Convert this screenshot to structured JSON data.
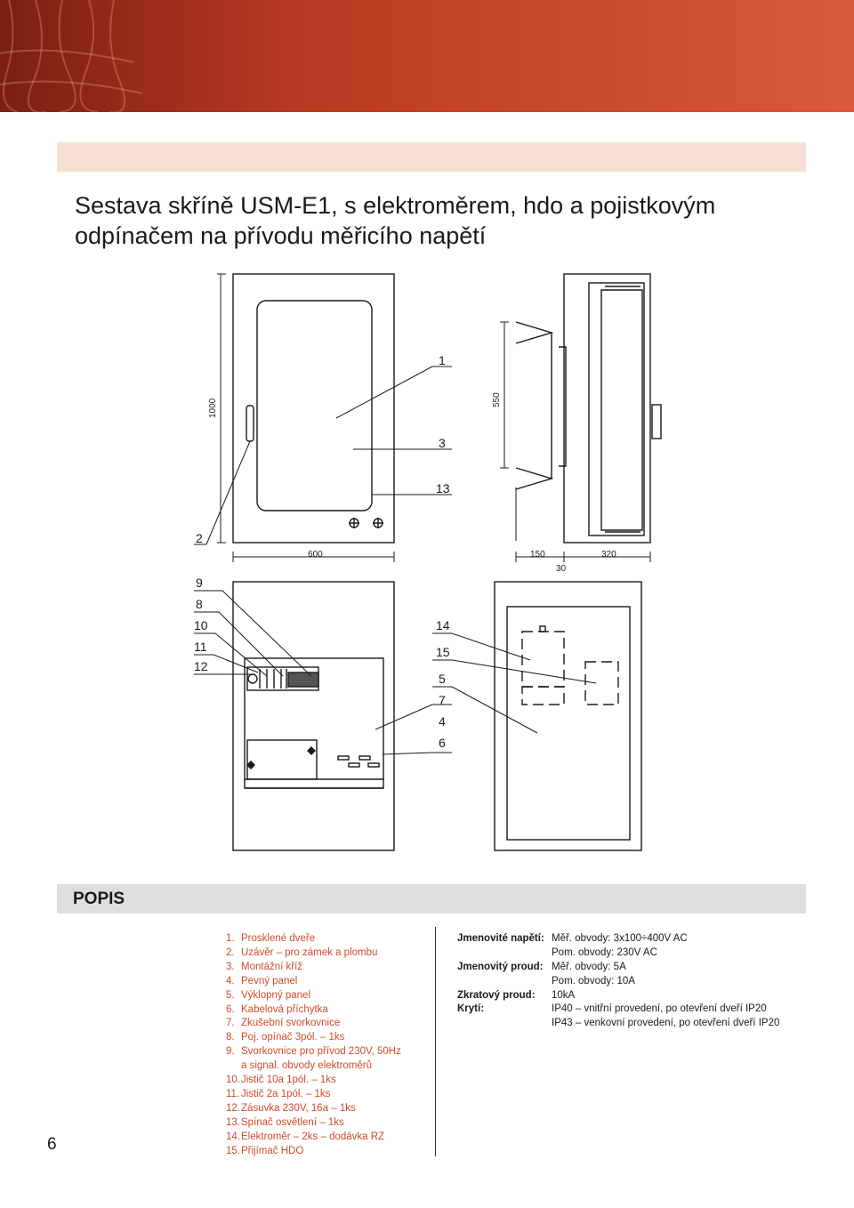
{
  "colors": {
    "accent": "#cf4a2c",
    "header_dark": "#7a1f12",
    "header_light": "#d85a38",
    "band": "#f6e0d6",
    "popis_bar": "#dedede"
  },
  "title": {
    "line1": "Sestava skříně USM-E1, s elektroměrem, hdo a pojistkovým",
    "line2": "odpínačem na přívodu měřicího napětí"
  },
  "drawing": {
    "dimensions": {
      "height": "1000",
      "width": "600",
      "inner_height": "550",
      "depth_150": "150",
      "depth_30": "30",
      "depth_320": "320"
    },
    "callouts": [
      "1",
      "3",
      "13",
      "2",
      "9",
      "8",
      "10",
      "11",
      "12",
      "14",
      "15",
      "5",
      "7",
      "4",
      "6"
    ]
  },
  "section": {
    "title": "POPIS"
  },
  "parts": [
    {
      "num": "1.",
      "text": "Prosklené dveře"
    },
    {
      "num": "2.",
      "text": "Uzávěr – pro zámek a plombu"
    },
    {
      "num": "3.",
      "text": "Montážní kříž"
    },
    {
      "num": "4.",
      "text": "Pevný panel"
    },
    {
      "num": "5.",
      "text": "Výklopný panel"
    },
    {
      "num": "6.",
      "text": "Kabelová příchytka"
    },
    {
      "num": "7.",
      "text": "Zkušební svorkovnice"
    },
    {
      "num": "8.",
      "text": "Poj. opínač 3pól. – 1ks"
    },
    {
      "num": "9.",
      "text": "Svorkovnice pro přívod 230V, 50Hz"
    },
    {
      "num": "",
      "text": "a signal. obvody elektroměrů"
    },
    {
      "num": "10.",
      "text": "Jistič 10a 1pól. – 1ks"
    },
    {
      "num": "11.",
      "text": "Jistič 2a 1pól. – 1ks"
    },
    {
      "num": "12.",
      "text": "Zásuvka 230V, 16a – 1ks"
    },
    {
      "num": "13.",
      "text": "Spínač osvětlení – 1ks"
    },
    {
      "num": "14.",
      "text": "Elektroměr – 2ks – dodávka RZ"
    },
    {
      "num": "15.",
      "text": "Přijímač HDO"
    }
  ],
  "specs": [
    {
      "key": "Jmenovité napětí:",
      "value": "Měř. obvody:   3x100÷400V AC"
    },
    {
      "key": "",
      "value": "Pom. obvody:  230V AC"
    },
    {
      "key": "Jmenovitý proud:",
      "value": "Měř. obvody:   5A"
    },
    {
      "key": "",
      "value": "Pom. obvody:  10A"
    },
    {
      "key": "Zkratový proud:",
      "value": "10kA"
    },
    {
      "key": "Krytí:",
      "value": "IP40 – vnitřní provedení, po otevření dveří IP20"
    },
    {
      "key": "",
      "value": "IP43 – venkovní provedení, po otevření dveří IP20"
    }
  ],
  "page_number": "6"
}
